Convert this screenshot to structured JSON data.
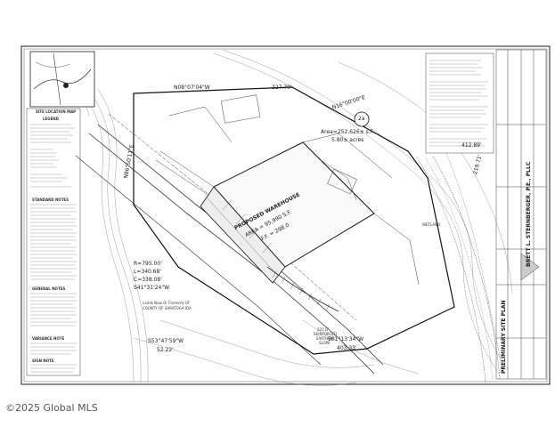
{
  "map_inset": {
    "title": "SITE LOCATION MAP"
  },
  "legend": {
    "title": "LEGEND"
  },
  "notes": {
    "standard_title": "STANDARD NOTES",
    "general_title": "GENERAL NOTES",
    "variance_title": "VARIANCE NOTE",
    "sign_title": "SIGN NOTE"
  },
  "site": {
    "parcel_id": "2a",
    "area": "Area=252,626± s.f.",
    "acres": "5.80± acres",
    "building_label_1": "PROPOSED WAREHOUSE",
    "building_label_2": "AREA = 95,990 S.F.",
    "building_label_3": "F.F. = 298.0",
    "slope_1": "225 LF",
    "slope_2": "REINFORCED",
    "slope_3": "EARTHEN",
    "slope_4": "SLOPE"
  },
  "bearings": {
    "north_line": "N08°07'04\"W",
    "north_dist": "327.79'",
    "ne_line": "N16°00'00\"E",
    "ne_dist": "412.89'",
    "west_line": "N86°50'11\"E",
    "south_line": "S01°13'34\"W",
    "south_dist": "403.33'",
    "sw_line": "S53°47'59\"W",
    "sw_dist": "52.22'",
    "east_dist": "219.71'"
  },
  "curve": {
    "radius": "R=795.00'",
    "length": "L=340.68'",
    "chord": "C=338.08'",
    "bearing": "S41°31'24\"W"
  },
  "adjoiners": {
    "south": "Lands Now Or Formerly Of",
    "county": "COUNTY OF SARATOGA IDA",
    "wetland": "WETLAND"
  },
  "title_block": {
    "sheet_title": "PRELIMINARY SITE PLAN",
    "engineer": "BRETT L. STERNBERGER, P.E., PLLC"
  },
  "watermark": "©2025 Global MLS"
}
